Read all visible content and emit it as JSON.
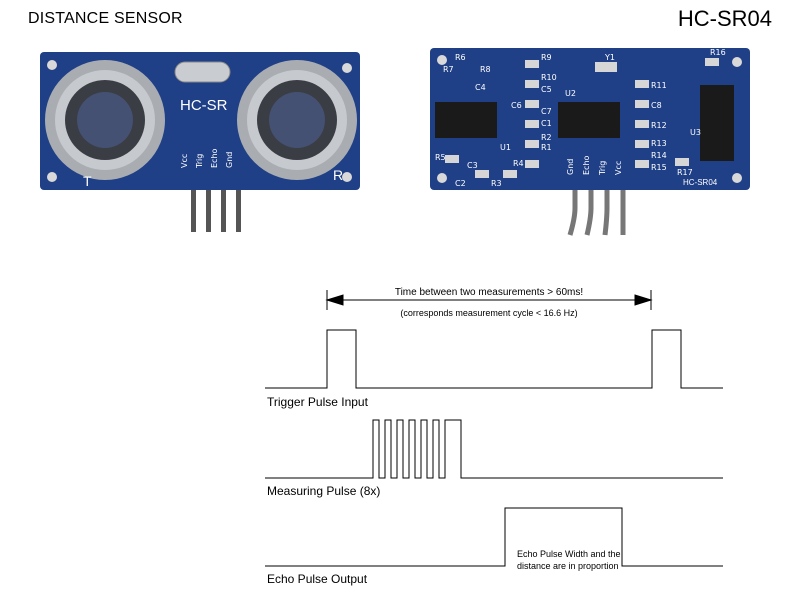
{
  "header": {
    "title_left": "DISTANCE SENSOR",
    "title_right": "HC-SR04"
  },
  "front_board": {
    "silk_model": "HC-SR",
    "pins": [
      "Vcc",
      "Trig",
      "Echo",
      "Gnd"
    ],
    "transmitter_mark": "T",
    "receiver_mark": "R"
  },
  "back_board": {
    "model": "HC-SR04",
    "pins": [
      "Gnd",
      "Echo",
      "Trig",
      "Vcc"
    ],
    "components": [
      "R7",
      "R6",
      "R8",
      "R9",
      "C4",
      "R10",
      "Y1",
      "R16",
      "C5",
      "C6",
      "U1",
      "U2",
      "U3",
      "R11",
      "C8",
      "R12",
      "R13",
      "R14",
      "R15",
      "R17",
      "R1",
      "R2",
      "R3",
      "R4",
      "R5",
      "C1",
      "C2",
      "C3",
      "C7"
    ]
  },
  "timing": {
    "interval_text": "Time between two measurements > 60ms!",
    "interval_subtext": "(corresponds measurement cycle < 16.6 Hz)",
    "signals": {
      "trigger": "Trigger Pulse Input",
      "measuring": "Measuring Pulse (8x)",
      "echo": "Echo Pulse Output"
    },
    "echo_note_line1": "Echo Pulse Width and the",
    "echo_note_line2": "distance are in proportion"
  },
  "colors": {
    "pcb_blue": "#1f3f86",
    "pcb_dark": "#152c63",
    "transducer_silver": "#b5b8bc",
    "mesh": "#3a3d44",
    "ic_black": "#1a1a1a",
    "pin_metal": "#9a9a9a"
  }
}
